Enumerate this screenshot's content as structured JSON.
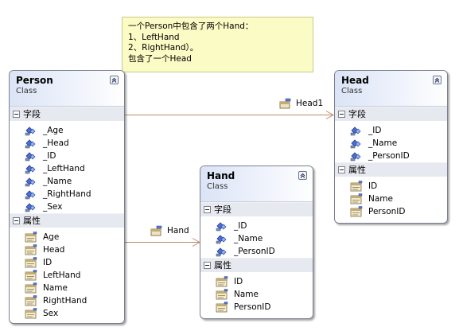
{
  "note": {
    "lines": [
      "一个Person中包含了两个Hand：",
      "1、LeftHand",
      "2、RightHand）。",
      "包含了一个Head"
    ]
  },
  "classes": {
    "person": {
      "name": "Person",
      "kind": "Class",
      "fields_header": "字段",
      "fields": [
        "_Age",
        "_Head",
        "_ID",
        "_LeftHand",
        "_Name",
        "_RightHand",
        "_Sex"
      ],
      "props_header": "属性",
      "props": [
        "Age",
        "Head",
        "ID",
        "LeftHand",
        "Name",
        "RightHand",
        "Sex"
      ]
    },
    "head": {
      "name": "Head",
      "kind": "Class",
      "fields_header": "字段",
      "fields": [
        "_ID",
        "_Name",
        "_PersonID"
      ],
      "props_header": "属性",
      "props": [
        "ID",
        "Name",
        "PersonID"
      ]
    },
    "hand": {
      "name": "Hand",
      "kind": "Class",
      "fields_header": "字段",
      "fields": [
        "_ID",
        "_Name",
        "_PersonID"
      ],
      "props_header": "属性",
      "props": [
        "ID",
        "Name",
        "PersonID"
      ]
    }
  },
  "associations": {
    "head_label": "Head1",
    "hand_label": "Hand"
  },
  "colors": {
    "wire": "#c08a6a",
    "header_gradient_start": "#dbe4f6",
    "note_bg": "#fbfbc5"
  },
  "icons": {
    "field": "field-icon",
    "property": "property-icon",
    "association": "association-property-icon",
    "collapse": "collapse-chevron-icon"
  }
}
